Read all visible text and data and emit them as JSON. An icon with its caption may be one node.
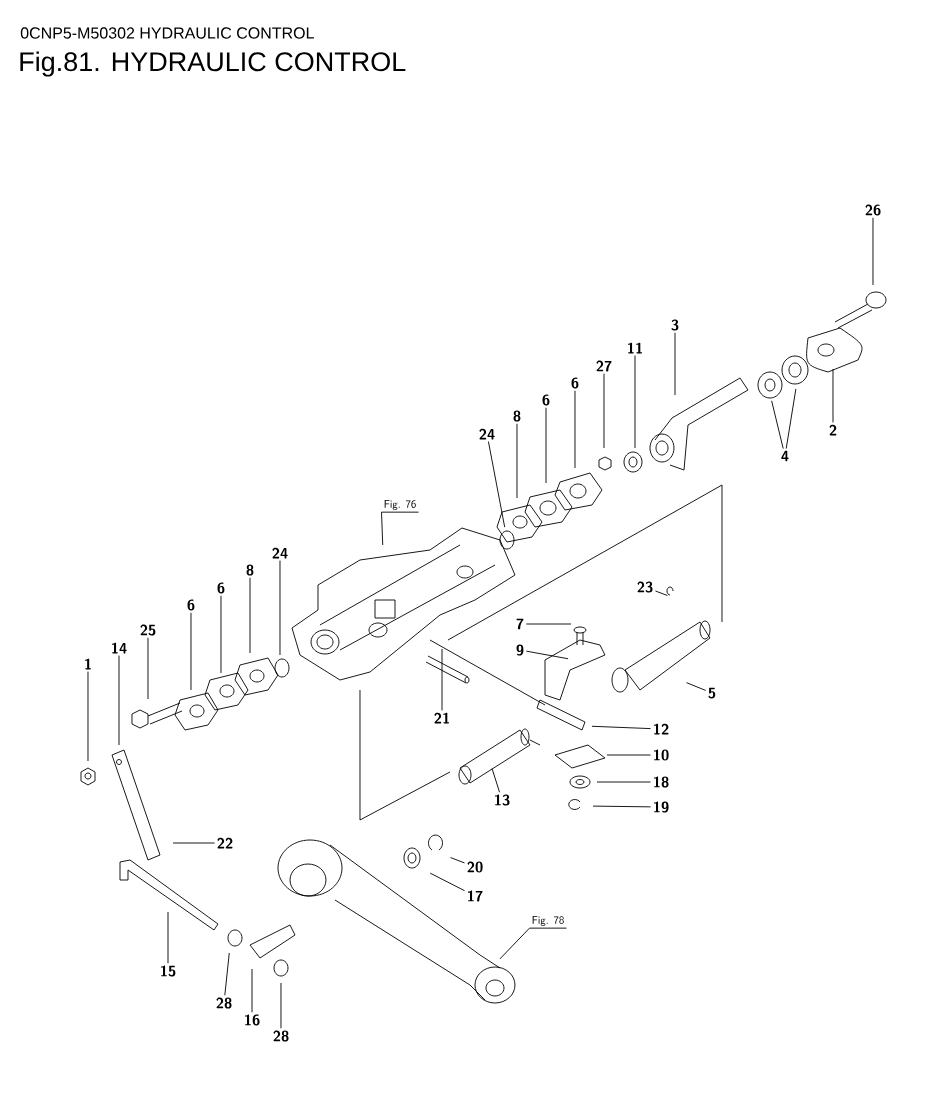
{
  "diagram": {
    "title": "Fig.81.  HYDRAULIC CONTROL",
    "labels": [
      "0CNP5-M50302  HYDRAULIC CONTROL"
    ],
    "nodes": [
      {
        "text": [
          "26"
        ]
      },
      {
        "text": [
          "3"
        ]
      },
      {
        "text": [
          "11"
        ]
      },
      {
        "text": [
          "27"
        ]
      },
      {
        "text": [
          "6"
        ]
      },
      {
        "text": [
          "6"
        ]
      },
      {
        "text": [
          "8"
        ]
      },
      {
        "text": [
          "2"
        ]
      },
      {
        "text": [
          "24"
        ]
      },
      {
        "text": [
          "4"
        ]
      },
      {
        "text": [
          "Fig. 76"
        ]
      },
      {
        "text": [
          "24"
        ]
      },
      {
        "text": [
          "8"
        ]
      },
      {
        "text": [
          "23"
        ]
      },
      {
        "text": [
          "6"
        ]
      },
      {
        "text": [
          "6"
        ]
      },
      {
        "text": [
          "7"
        ]
      },
      {
        "text": [
          "25"
        ]
      },
      {
        "text": [
          "14"
        ]
      },
      {
        "text": [
          "9"
        ]
      },
      {
        "text": [
          "1"
        ]
      },
      {
        "text": [
          "5"
        ]
      },
      {
        "text": [
          "21"
        ]
      },
      {
        "text": [
          "12"
        ]
      },
      {
        "text": [
          "10"
        ]
      },
      {
        "text": [
          "18"
        ]
      },
      {
        "text": [
          "13"
        ]
      },
      {
        "text": [
          "19"
        ]
      },
      {
        "text": [
          "22"
        ]
      },
      {
        "text": [
          "20"
        ]
      },
      {
        "text": [
          "17"
        ]
      },
      {
        "text": [
          "Fig. 78"
        ]
      },
      {
        "text": [
          "15"
        ]
      },
      {
        "text": [
          "28"
        ]
      },
      {
        "text": [
          "16"
        ]
      },
      {
        "text": [
          "28"
        ]
      }
    ],
    "edges": [
      {
        "from": 0,
        "to": null,
        "arrow": "none"
      },
      {
        "from": 1,
        "to": null,
        "arrow": "none"
      },
      {
        "from": 2,
        "to": null,
        "arrow": "none"
      },
      {
        "from": 3,
        "to": null,
        "arrow": "none"
      },
      {
        "from": 4,
        "to": null,
        "arrow": "none"
      },
      {
        "from": 5,
        "to": null,
        "arrow": "none"
      },
      {
        "from": 6,
        "to": null,
        "arrow": "none"
      },
      {
        "from": 7,
        "to": null,
        "arrow": "none"
      },
      {
        "from": 8,
        "to": null,
        "arrow": "none"
      },
      {
        "from": 9,
        "to": null,
        "arrow": "none"
      },
      {
        "from": 9,
        "to": null,
        "arrow": "none"
      },
      {
        "from": 10,
        "to": null,
        "arrow": "none"
      },
      {
        "from": 11,
        "to": null,
        "arrow": "none"
      },
      {
        "from": 12,
        "to": null,
        "arrow": "none"
      },
      {
        "from": 13,
        "to": null,
        "arrow": "none"
      },
      {
        "from": 14,
        "to": null,
        "arrow": "none"
      },
      {
        "from": 15,
        "to": null,
        "arrow": "none"
      },
      {
        "from": 16,
        "to": null,
        "arrow": "none"
      },
      {
        "from": 17,
        "to": null,
        "arrow": "none"
      },
      {
        "from": 18,
        "to": null,
        "arrow": "none"
      },
      {
        "from": 19,
        "to": null,
        "arrow": "none"
      },
      {
        "from": 20,
        "to": null,
        "arrow": "none"
      },
      {
        "from": 21,
        "to": null,
        "arrow": "none"
      },
      {
        "from": 22,
        "to": null,
        "arrow": "none"
      },
      {
        "from": 23,
        "to": null,
        "arrow": "none"
      },
      {
        "from": 24,
        "to": null,
        "arrow": "none"
      },
      {
        "from": 25,
        "to": null,
        "arrow": "none"
      },
      {
        "from": 26,
        "to": null,
        "arrow": "none"
      },
      {
        "from": 27,
        "to": null,
        "arrow": "none"
      },
      {
        "from": 28,
        "to": null,
        "arrow": "none"
      },
      {
        "from": 29,
        "to": null,
        "arrow": "none"
      },
      {
        "from": 30,
        "to": null,
        "arrow": "none"
      },
      {
        "from": 31,
        "to": null,
        "arrow": "none"
      },
      {
        "from": 32,
        "to": null,
        "arrow": "none"
      },
      {
        "from": 33,
        "to": null,
        "arrow": "none"
      },
      {
        "from": 34,
        "to": null,
        "arrow": "none"
      },
      {
        "from": 35,
        "to": null,
        "arrow": "none"
      }
    ]
  }
}
